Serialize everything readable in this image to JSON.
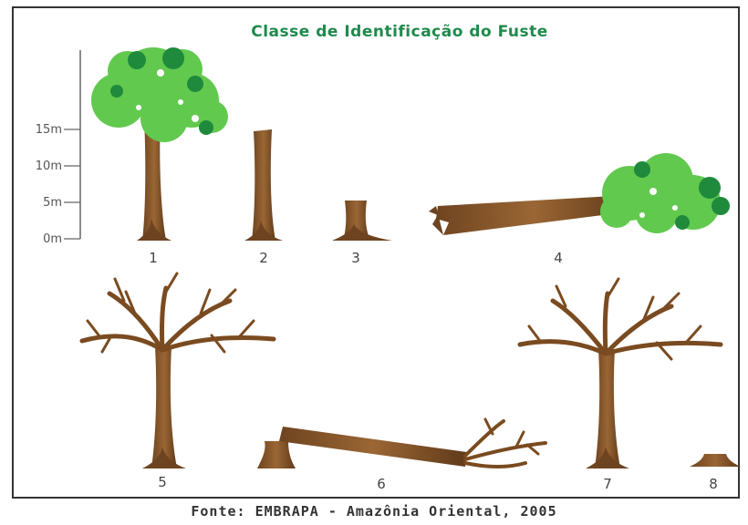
{
  "title": "Classe de Identificação do Fuste",
  "scale": [
    "15m",
    "10m",
    "5m",
    "0m"
  ],
  "classes": [
    "1",
    "2",
    "3",
    "4",
    "5",
    "6",
    "7",
    "8"
  ],
  "caption": "Fonte: EMBRAPA - Amazônia Oriental, 2005",
  "colors": {
    "trunk": "#8b5a2b",
    "crown": "#2fa84a",
    "crown_light": "#62c94f",
    "branch": "#7a4b20",
    "title": "#1f8a4c"
  }
}
